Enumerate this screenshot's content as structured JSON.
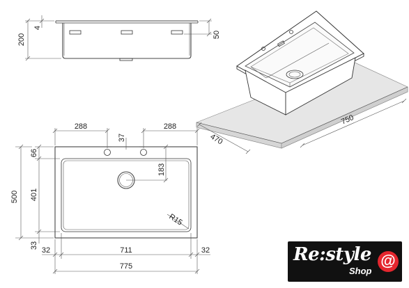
{
  "side_view": {
    "height": "200",
    "lip": "4",
    "hole_drop": "50"
  },
  "top_view": {
    "offset_left": "288",
    "offset_right": "288",
    "gap": "37",
    "tap_drop": "66",
    "drain_drop": "183",
    "overall_height": "500",
    "inner_height": "401",
    "bottom_margin": "33",
    "side_margin_left": "32",
    "side_margin_right": "32",
    "inner_width": "711",
    "overall_width": "775",
    "radius": "R15"
  },
  "iso_view": {
    "depth": "470",
    "width": "750"
  },
  "logo": {
    "brand": "Re:style",
    "sub": "Shop",
    "symbol": "@",
    "colors": {
      "background": "#111111",
      "accent": "#e4262e"
    }
  }
}
